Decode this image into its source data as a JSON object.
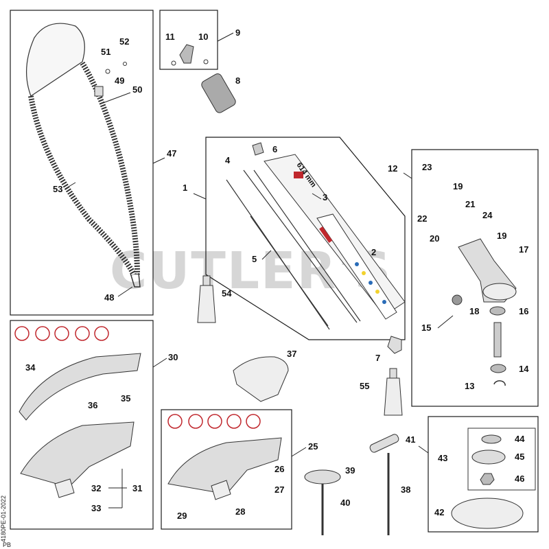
{
  "watermark": "CUTLER'S",
  "dimension_label": "614 mm",
  "side_code": "4180PE-01-2022",
  "footer_mark": "PB",
  "callouts": {
    "n1": "1",
    "n2": "2",
    "n3": "3",
    "n4": "4",
    "n5": "5",
    "n6": "6",
    "n7": "7",
    "n8": "8",
    "n9": "9",
    "n10": "10",
    "n11": "11",
    "n12": "12",
    "n13": "13",
    "n14": "14",
    "n15": "15",
    "n16": "16",
    "n17": "17",
    "n18": "18",
    "n19a": "19",
    "n19b": "19",
    "n20": "20",
    "n21": "21",
    "n22": "22",
    "n23": "23",
    "n24": "24",
    "n25": "25",
    "n26": "26",
    "n27": "27",
    "n28": "28",
    "n29": "29",
    "n30": "30",
    "n31": "31",
    "n32": "32",
    "n33": "33",
    "n34": "34",
    "n35": "35",
    "n36": "36",
    "n37": "37",
    "n38": "38",
    "n39": "39",
    "n40": "40",
    "n41": "41",
    "n42": "42",
    "n43": "43",
    "n44": "44",
    "n45": "45",
    "n46": "46",
    "n47": "47",
    "n48": "48",
    "n49": "49",
    "n50": "50",
    "n51": "51",
    "n52": "52",
    "n53": "53",
    "n54": "54",
    "n55": "55"
  },
  "colors": {
    "line": "#1a1a1a",
    "watermark": "#d6d6d6",
    "warning_red": "#c0272d",
    "label_blue": "#2a6cb8",
    "label_yellow": "#f2d22e"
  },
  "icons": [
    "line-head-icon",
    "four-blade-icon",
    "three-blade-icon",
    "saw-blade-icon",
    "brush-knife-icon"
  ]
}
